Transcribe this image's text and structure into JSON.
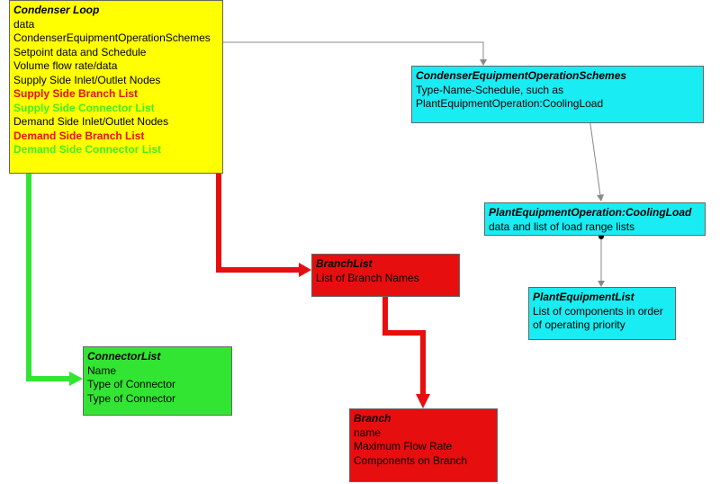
{
  "colors": {
    "yellow": "#ffff00",
    "cyan": "#19ecf2",
    "red": "#e60e0e",
    "green": "#33e533",
    "text_red": "#e81010",
    "text_green": "#44ee22"
  },
  "boxes": {
    "condenser_loop": {
      "title": "Condenser Loop",
      "lines": [
        {
          "text": "data",
          "style": "normal"
        },
        {
          "text": "CondenserEquipmentOperationSchemes",
          "style": "normal"
        },
        {
          "text": "Setpoint data and Schedule",
          "style": "normal"
        },
        {
          "text": "Volume flow rate/data",
          "style": "normal"
        },
        {
          "text": "Supply Side Inlet/Outlet Nodes",
          "style": "normal"
        },
        {
          "text": "Supply Side Branch List",
          "style": "red"
        },
        {
          "text": "Supply Side Connector List",
          "style": "green"
        },
        {
          "text": "Demand Side Inlet/Outlet Nodes",
          "style": "normal"
        },
        {
          "text": "Demand Side Branch List",
          "style": "red"
        },
        {
          "text": "Demand Side Connector List",
          "style": "green"
        }
      ]
    },
    "operation_schemes": {
      "title": "CondenserEquipmentOperationSchemes",
      "lines": [
        "Type-Name-Schedule, such as",
        "PlantEquipmentOperation:CoolingLoad"
      ]
    },
    "cooling_load": {
      "title": "PlantEquipmentOperation:CoolingLoad",
      "lines": [
        "data and list of load range lists"
      ]
    },
    "equipment_list": {
      "title": "PlantEquipmentList",
      "lines": [
        "List of components in order",
        "of operating priority"
      ]
    },
    "branch_list": {
      "title": "BranchList",
      "lines": [
        "List of Branch Names"
      ]
    },
    "connector_list": {
      "title": "ConnectorList",
      "lines": [
        "Name",
        "Type of Connector",
        "Type of Connector"
      ]
    },
    "branch": {
      "title": "Branch",
      "lines": [
        "name",
        "Maximum Flow Rate",
        "Components on Branch"
      ]
    }
  }
}
